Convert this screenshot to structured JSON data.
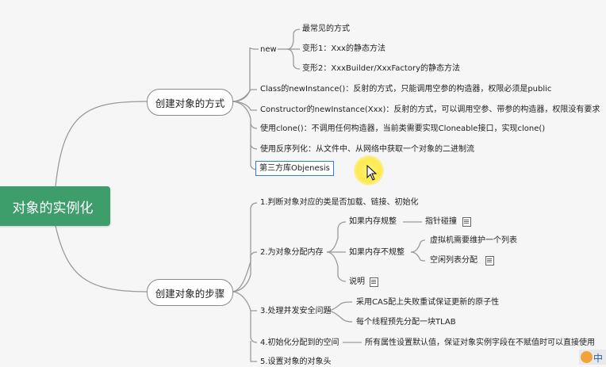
{
  "root": {
    "label": "对象的实例化"
  },
  "branch1": {
    "label": "创建对象的方式",
    "new_label": "new",
    "new_children": [
      "最常见的方式",
      "变形1：Xxx的静态方法",
      "变形2：XxxBuilder/XxxFactory的静态方法"
    ],
    "items": [
      "Class的newInstance()：反射的方式，只能调用空参的构造器，权限必须是public",
      "Constructor的newInstance(Xxx)：反射的方式，可以调用空参、带参的构造器，权限没有要求",
      "使用clone()：不调用任何构造器，当前类需要实现Cloneable接口，实现clone()",
      "使用反序列化：从文件中、从网络中获取一个对象的二进制流"
    ],
    "selected": "第三方库Objenesis"
  },
  "branch2": {
    "label": "创建对象的步骤",
    "step1": "1.判断对象对应的类是否加载、链接、初始化",
    "step2": "2.为对象分配内存",
    "step2_regular": "如果内存规整",
    "step2_regular_child": "指针碰撞",
    "step2_irregular": "如果内存不规整",
    "step2_irregular_children": [
      "虚拟机需要维护一个列表",
      "空闲列表分配"
    ],
    "step2_note": "说明",
    "step3": "3.处理并发安全问题",
    "step3_children": [
      "采用CAS配上失败重试保证更新的原子性",
      "每个线程预先分配一块TLAB"
    ],
    "step4": "4.初始化分配到的空间",
    "step4_child": "所有属性设置默认值，保证对象实例字段在不赋值时可以直接使用",
    "step5": "5.设置对象的对象头"
  },
  "watermark": {
    "label": "中"
  },
  "colors": {
    "root_bg": "#3d9e6c",
    "line": "#9a9a9a",
    "selection": "#2b7de9",
    "cursor_highlight": "#ffe94d"
  }
}
